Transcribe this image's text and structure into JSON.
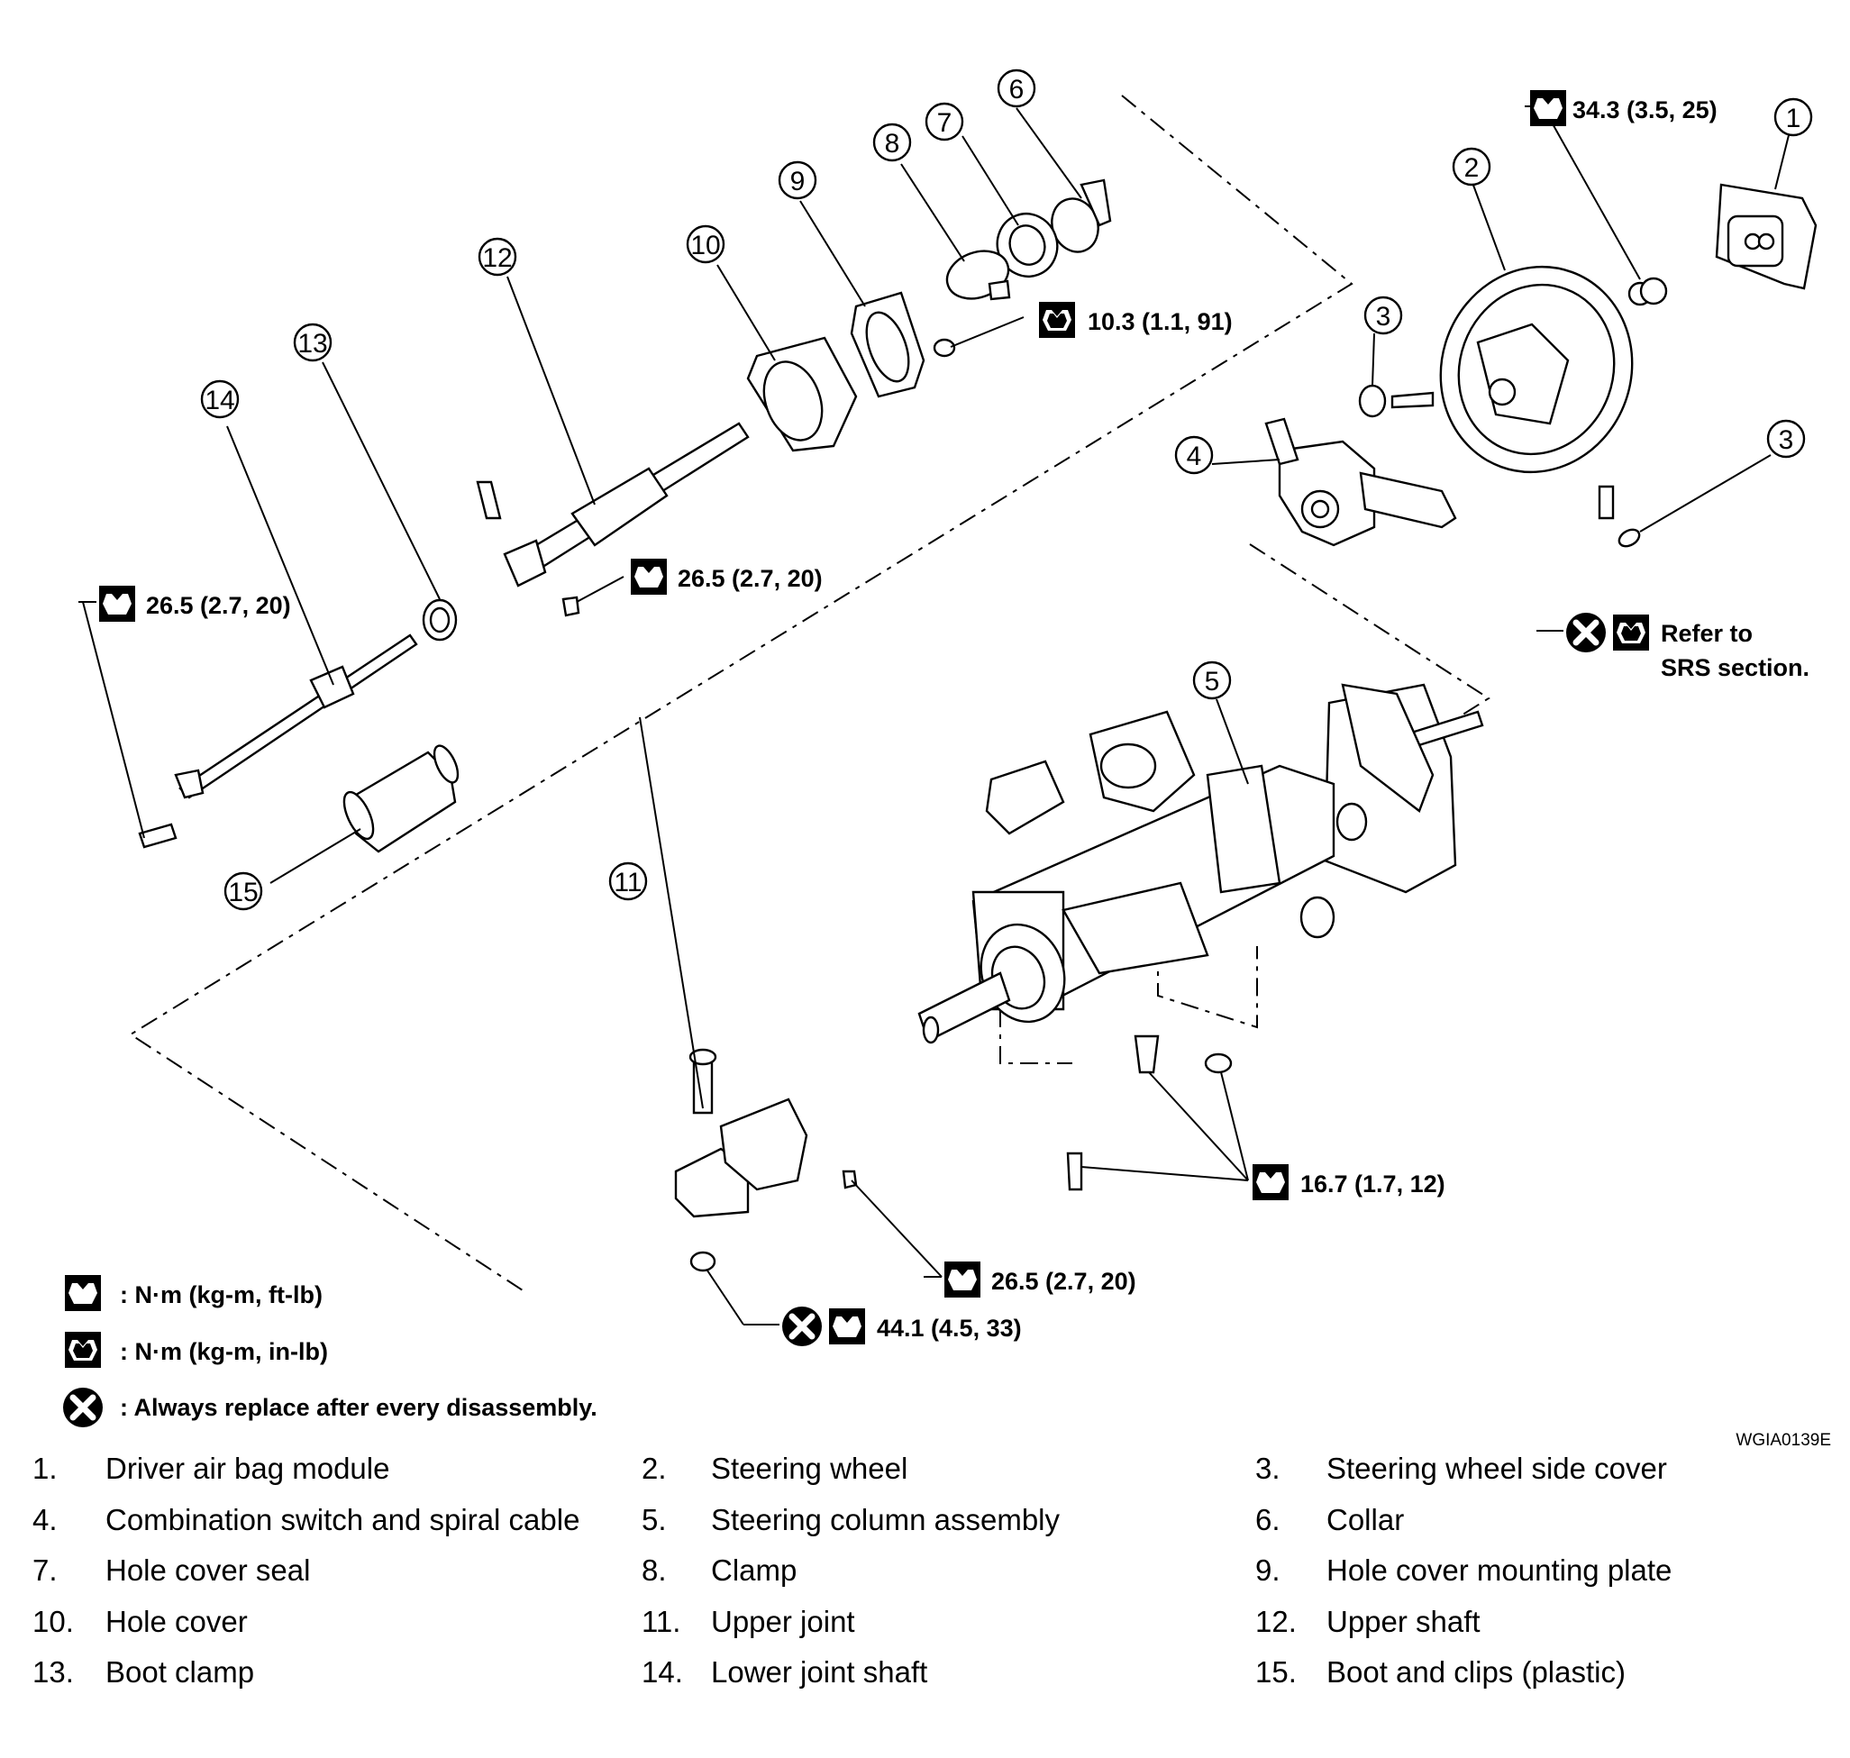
{
  "callouts": [
    {
      "num": "1"
    },
    {
      "num": "2"
    },
    {
      "num": "3"
    },
    {
      "num": "3"
    },
    {
      "num": "4"
    },
    {
      "num": "5"
    },
    {
      "num": "6"
    },
    {
      "num": "7"
    },
    {
      "num": "8"
    },
    {
      "num": "9"
    },
    {
      "num": "10"
    },
    {
      "num": "11"
    },
    {
      "num": "12"
    },
    {
      "num": "13"
    },
    {
      "num": "14"
    },
    {
      "num": "15"
    }
  ],
  "torque_labels": [
    {
      "value": "34.3 (3.5, 25)",
      "icon": "torque-wrench-nm-icon"
    },
    {
      "value": "10.3 (1.1, 91)",
      "icon": "torque-wrench-inlb-icon"
    },
    {
      "value": "26.5 (2.7, 20)",
      "icon": "torque-wrench-nm-icon"
    },
    {
      "value": "26.5 (2.7, 20)",
      "icon": "torque-wrench-nm-icon"
    },
    {
      "value": "16.7 (1.7, 12)",
      "icon": "torque-wrench-nm-icon"
    },
    {
      "value": "26.5 (2.7, 20)",
      "icon": "torque-wrench-nm-icon"
    },
    {
      "value": "44.1 (4.5, 33)",
      "icon": "torque-wrench-nm-icon"
    }
  ],
  "srs_note": {
    "line1": "Refer to",
    "line2": "SRS section."
  },
  "legend": [
    {
      "icon": "torque-wrench-nm-icon",
      "text": ": N·m (kg-m, ft-lb)"
    },
    {
      "icon": "torque-wrench-inlb-icon",
      "text": ": N·m (kg-m, in-lb)"
    },
    {
      "icon": "replace-x-icon",
      "text": ": Always replace after every disassembly."
    }
  ],
  "figure_code": "WGIA0139E",
  "parts_list": [
    {
      "num": "1.",
      "name": "Driver air bag module"
    },
    {
      "num": "2.",
      "name": "Steering wheel"
    },
    {
      "num": "3.",
      "name": "Steering wheel side cover"
    },
    {
      "num": "4.",
      "name": "Combination switch and spiral cable"
    },
    {
      "num": "5.",
      "name": "Steering column assembly"
    },
    {
      "num": "6.",
      "name": "Collar"
    },
    {
      "num": "7.",
      "name": "Hole cover seal"
    },
    {
      "num": "8.",
      "name": "Clamp"
    },
    {
      "num": "9.",
      "name": "Hole cover mounting plate"
    },
    {
      "num": "10.",
      "name": "Hole cover"
    },
    {
      "num": "11.",
      "name": "Upper joint"
    },
    {
      "num": "12.",
      "name": "Upper shaft"
    },
    {
      "num": "13.",
      "name": "Boot clamp"
    },
    {
      "num": "14.",
      "name": "Lower joint shaft"
    },
    {
      "num": "15.",
      "name": "Boot and clips (plastic)"
    }
  ]
}
